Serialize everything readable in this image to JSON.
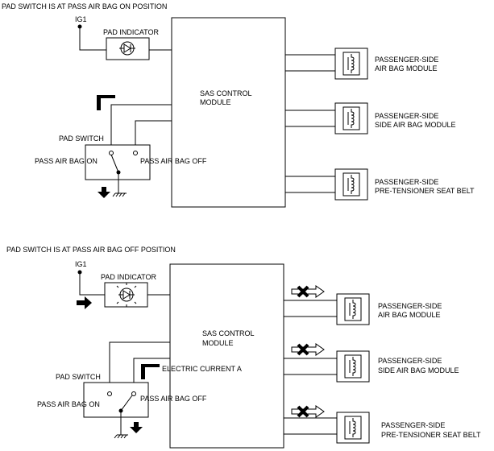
{
  "diagram1": {
    "title": "PAD SWITCH IS AT PASS AIR BAG ON POSITION",
    "ig1": "IG1",
    "pad_indicator": "PAD INDICATOR",
    "control_module_line1": "SAS CONTROL",
    "control_module_line2": "MODULE",
    "pad_switch": "PAD SWITCH",
    "pass_air_bag_on": "PASS AIR BAG ON",
    "pass_air_bag_off": "PASS AIR BAG OFF",
    "module1_line1": "PASSENGER-SIDE",
    "module1_line2": "AIR BAG MODULE",
    "module2_line1": "PASSENGER-SIDE",
    "module2_line2": "SIDE AIR BAG MODULE",
    "module3_line1": "PASSENGER-SIDE",
    "module3_line2": "PRE-TENSIONER SEAT BELT"
  },
  "diagram2": {
    "title": "PAD SWITCH IS AT PASS AIR BAG OFF POSITION",
    "ig1": "IG1",
    "pad_indicator": "PAD INDICATOR",
    "control_module_line1": "SAS CONTROL",
    "control_module_line2": "MODULE",
    "pad_switch": "PAD SWITCH",
    "pass_air_bag_on": "PASS AIR BAG ON",
    "pass_air_bag_off": "PASS AIR BAG OFF",
    "electric_current": "ELECTRIC CURRENT A",
    "module1_line1": "PASSENGER-SIDE",
    "module1_line2": "AIR BAG MODULE",
    "module2_line1": "PASSENGER-SIDE",
    "module2_line2": "SIDE AIR BAG MODULE",
    "module3_line1": "PASSENGER-SIDE",
    "module3_line2": "PRE-TENSIONER SEAT BELT"
  },
  "icons": {
    "inflator": "inflator-coil-icon",
    "led": "led-icon",
    "ground": "ground-icon",
    "blocked": "blocked-signal-icon",
    "current_arrow": "current-flow-arrow-icon"
  }
}
